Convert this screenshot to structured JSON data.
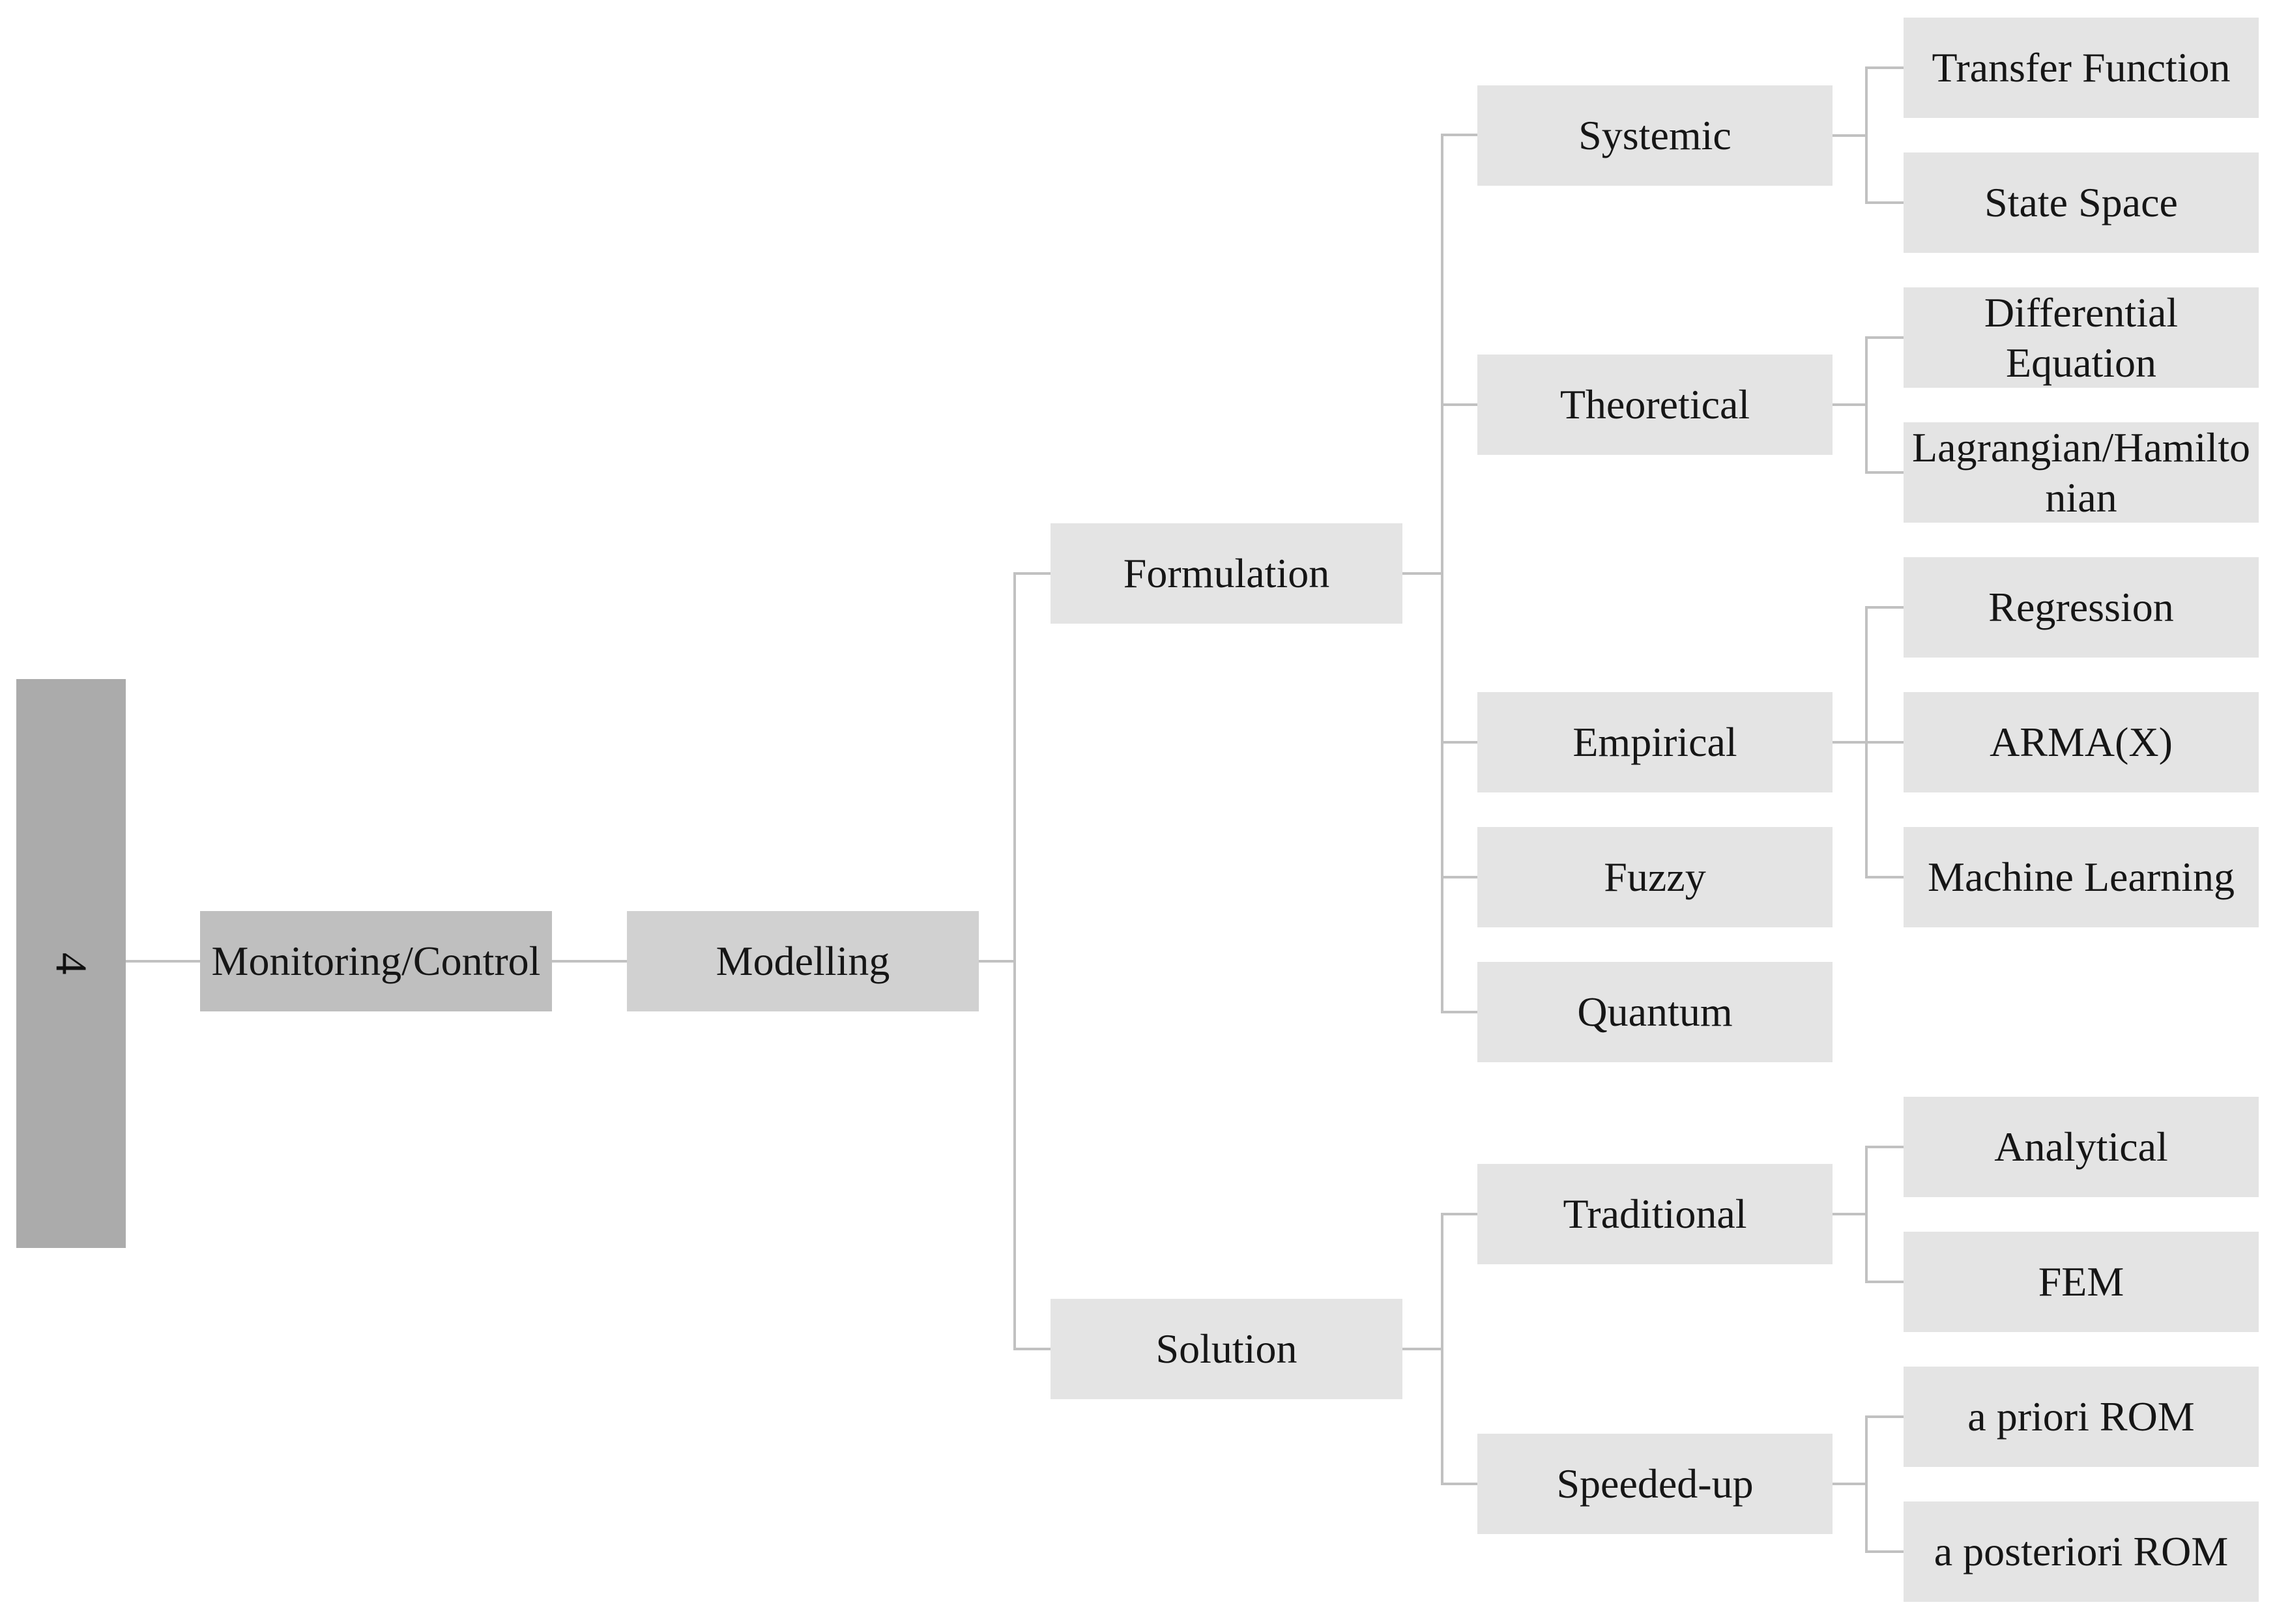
{
  "figure": {
    "side_label": "4",
    "description": "Hierarchical tree diagram of modelling approaches for monitoring and control"
  },
  "colors": {
    "side_bar": "#ababab",
    "root_box": "#bfbfbf",
    "modelling_box": "#d1d1d1",
    "category_box": "#e4e4e4",
    "connector": "#c1c1c1",
    "text": "#161616",
    "background": "#ffffff"
  },
  "hierarchy": {
    "label": "Monitoring/Control",
    "children": [
      {
        "label": "Modelling",
        "children": [
          {
            "label": "Formulation",
            "children": [
              {
                "label": "Systemic",
                "children": [
                  {
                    "label": "Transfer Function"
                  },
                  {
                    "label": "State Space"
                  }
                ]
              },
              {
                "label": "Theoretical",
                "children": [
                  {
                    "label": "Differential Equation"
                  },
                  {
                    "label": "Lagrangian/Hamiltonian"
                  }
                ]
              },
              {
                "label": "Empirical",
                "children": [
                  {
                    "label": "Regression"
                  },
                  {
                    "label": "ARMA(X)"
                  },
                  {
                    "label": "Machine Learning"
                  }
                ]
              },
              {
                "label": "Fuzzy"
              },
              {
                "label": "Quantum"
              }
            ]
          },
          {
            "label": "Solution",
            "children": [
              {
                "label": "Traditional",
                "children": [
                  {
                    "label": "Analytical"
                  },
                  {
                    "label": "FEM"
                  }
                ]
              },
              {
                "label": "Speeded-up",
                "children": [
                  {
                    "label": "a priori ROM"
                  },
                  {
                    "label": "a posteriori ROM"
                  }
                ]
              }
            ]
          }
        ]
      }
    ]
  }
}
